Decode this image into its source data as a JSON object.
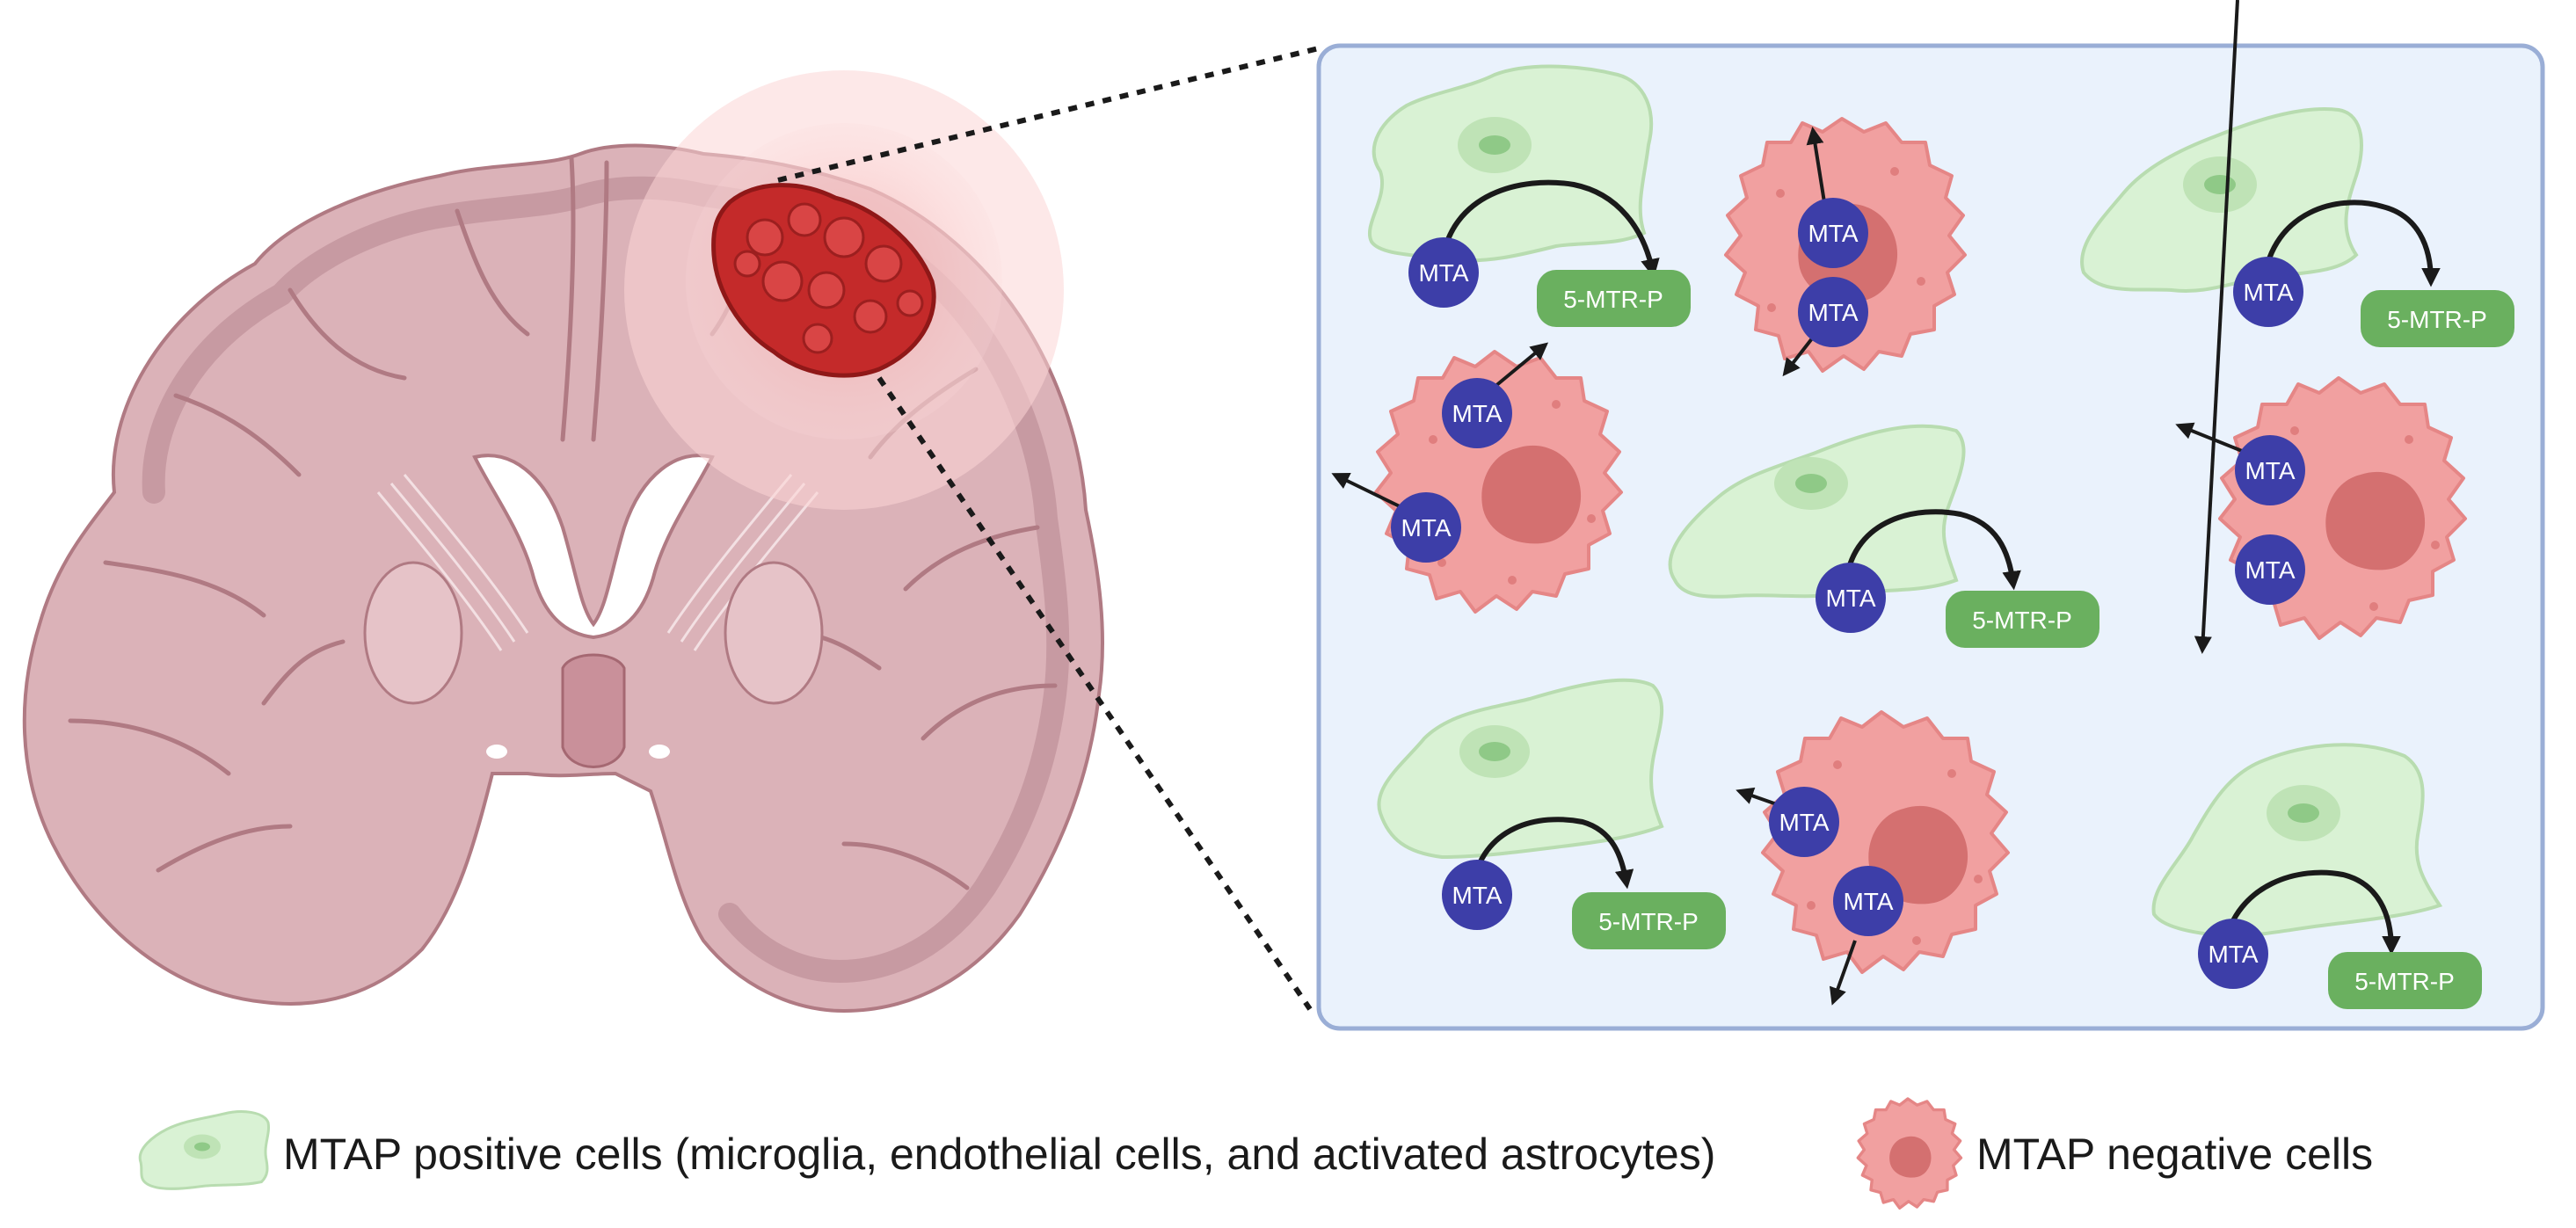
{
  "colors": {
    "panel_fill": "#eaf2fc",
    "panel_border": "#9aaed6",
    "positive_cell": "#d9f2d4",
    "positive_cell_edge": "#b8dcb0",
    "negative_cell": "#f1a0a0",
    "negative_cell_edge": "#e58686",
    "nucleus_negative": "#d47070",
    "mta_circle": "#3d3ea8",
    "product_box": "#6ab05f",
    "brain_fill": "#dbb2b8",
    "brain_edge": "#b07a83",
    "tumor": "#c42a2a",
    "glow": "#f7cccc"
  },
  "molecules": {
    "mta": "MTA",
    "product": "5-MTR-P"
  },
  "legend": {
    "positive": "MTAP positive cells (microglia, endothelial cells, and activated astrocytes)",
    "negative": "MTAP negative cells"
  }
}
